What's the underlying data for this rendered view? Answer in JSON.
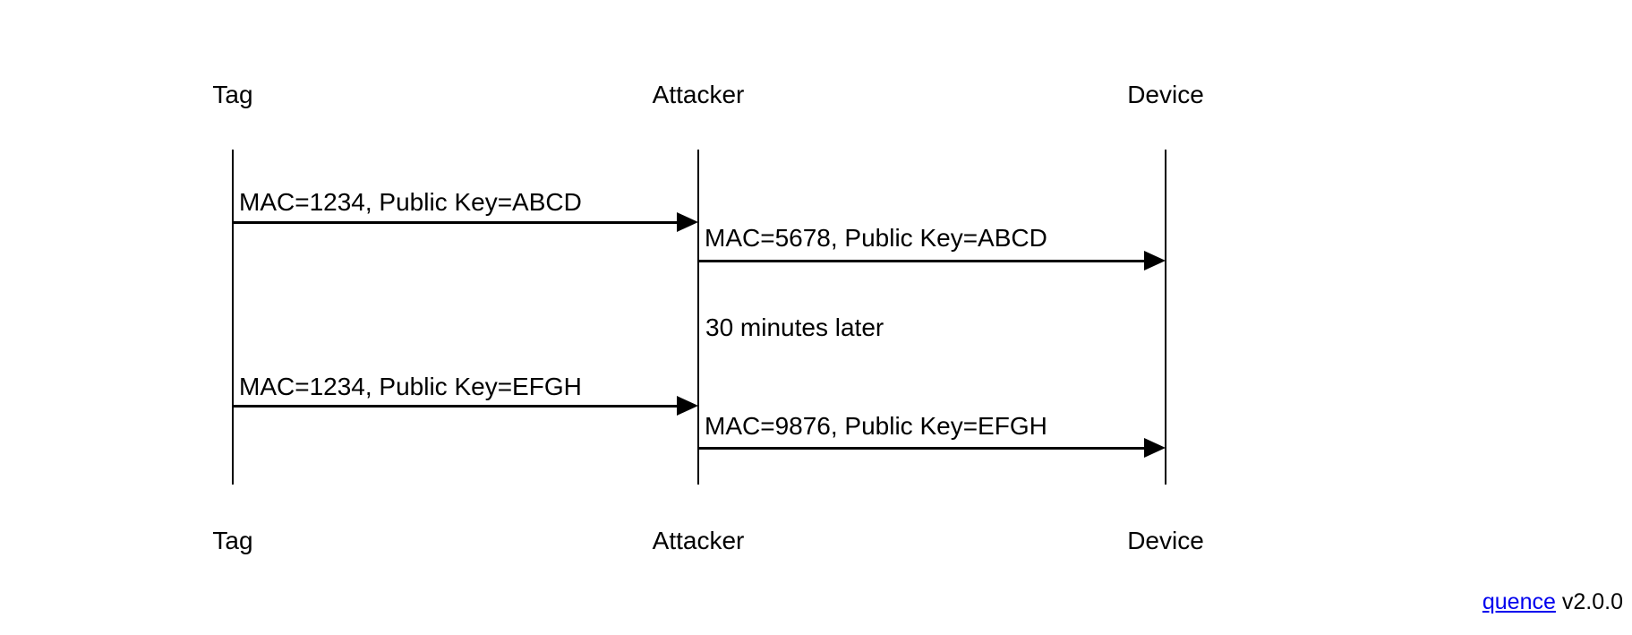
{
  "diagram": {
    "actors": [
      {
        "name": "Tag"
      },
      {
        "name": "Attacker"
      },
      {
        "name": "Device"
      }
    ],
    "messages": [
      {
        "from": "Tag",
        "to": "Attacker",
        "label": "MAC=1234, Public Key=ABCD"
      },
      {
        "from": "Attacker",
        "to": "Device",
        "label": "MAC=5678, Public Key=ABCD"
      },
      {
        "from": "Tag",
        "to": "Attacker",
        "label": "MAC=1234, Public Key=EFGH"
      },
      {
        "from": "Attacker",
        "to": "Device",
        "label": "MAC=9876, Public Key=EFGH"
      }
    ],
    "note": "30 minutes later"
  },
  "footer": {
    "link_label": "quence",
    "version": "v2.0.0",
    "link_color": "#0000EE"
  },
  "colors": {
    "background": "#ffffff",
    "line": "#000000",
    "text": "#000000"
  }
}
